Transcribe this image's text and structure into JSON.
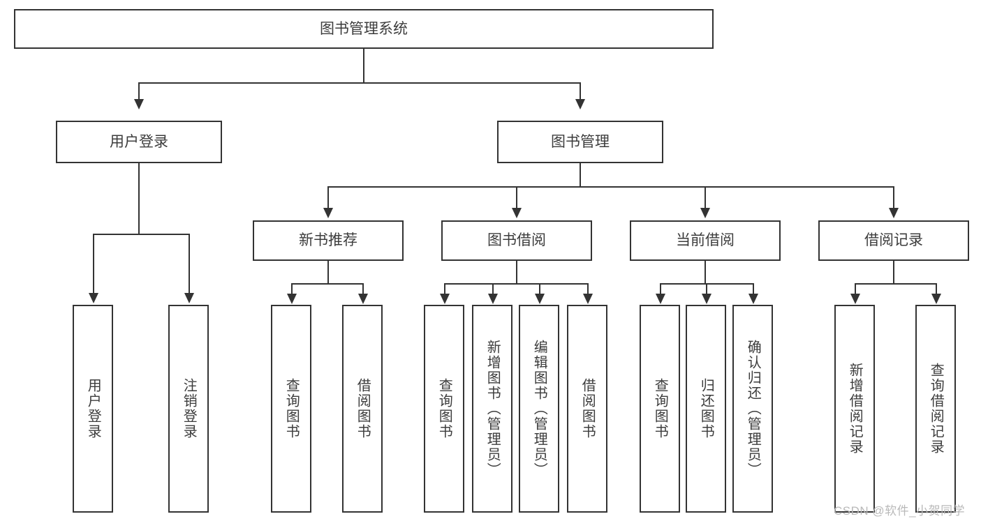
{
  "diagram": {
    "title": "图书管理系统",
    "type": "tree",
    "watermark": "CSDN @软件_小贺同学",
    "colors": {
      "border": "#333333",
      "text": "#3c3c3c",
      "background": "#ffffff",
      "watermark": "#b9b9b9"
    },
    "nodes": {
      "root": {
        "label": "图书管理系统",
        "level": 0,
        "orientation": "horizontal"
      },
      "l1": [
        {
          "id": "user-login",
          "label": "用户登录",
          "orientation": "horizontal"
        },
        {
          "id": "book-manage",
          "label": "图书管理",
          "orientation": "horizontal"
        }
      ],
      "l2": [
        {
          "id": "new-book-recommend",
          "label": "新书推荐",
          "orientation": "horizontal"
        },
        {
          "id": "book-borrow",
          "label": "图书借阅",
          "orientation": "horizontal"
        },
        {
          "id": "current-borrow",
          "label": "当前借阅",
          "orientation": "horizontal"
        },
        {
          "id": "borrow-record",
          "label": "借阅记录",
          "orientation": "horizontal"
        }
      ],
      "leaves": {
        "user-login": [
          {
            "id": "leaf-user-login",
            "label": "用户登录",
            "orientation": "vertical"
          },
          {
            "id": "leaf-logout",
            "label": "注销登录",
            "orientation": "vertical"
          }
        ],
        "new-book-recommend": [
          {
            "id": "leaf-query-book-1",
            "label": "查询图书",
            "orientation": "vertical"
          },
          {
            "id": "leaf-borrow-book-1",
            "label": "借阅图书",
            "orientation": "vertical"
          }
        ],
        "book-borrow": [
          {
            "id": "leaf-query-book-2",
            "label": "查询图书",
            "orientation": "vertical"
          },
          {
            "id": "leaf-add-book",
            "label": "新增图书（管理员）",
            "orientation": "vertical"
          },
          {
            "id": "leaf-edit-book",
            "label": "编辑图书（管理员）",
            "orientation": "vertical"
          },
          {
            "id": "leaf-borrow-book-2",
            "label": "借阅图书",
            "orientation": "vertical"
          }
        ],
        "current-borrow": [
          {
            "id": "leaf-query-book-3",
            "label": "查询图书",
            "orientation": "vertical"
          },
          {
            "id": "leaf-return-book",
            "label": "归还图书",
            "orientation": "vertical"
          },
          {
            "id": "leaf-confirm-return",
            "label": "确认归还（管理员）",
            "orientation": "vertical"
          }
        ],
        "borrow-record": [
          {
            "id": "leaf-add-record",
            "label": "新增借阅记录",
            "orientation": "vertical"
          },
          {
            "id": "leaf-query-record",
            "label": "查询借阅记录",
            "orientation": "vertical"
          }
        ]
      }
    }
  }
}
